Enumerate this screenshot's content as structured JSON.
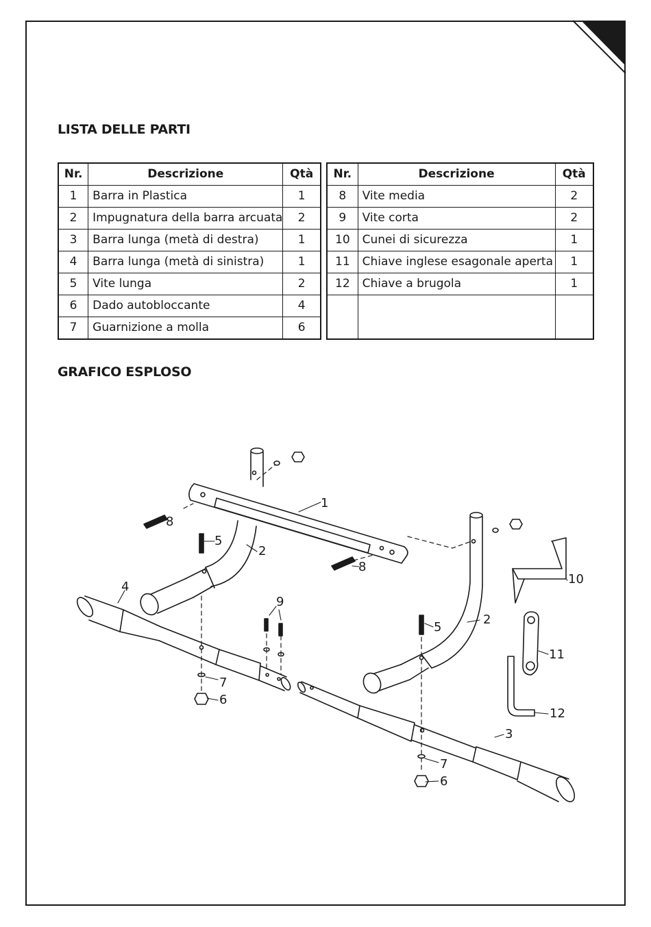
{
  "titles": {
    "parts_list": "LISTA DELLE PARTI",
    "exploded": "GRAFICO ESPLOSO"
  },
  "table_headers": {
    "nr": "Nr.",
    "desc": "Descrizione",
    "qty": "Qtà"
  },
  "parts_left": [
    {
      "nr": "1",
      "desc": "Barra in Plastica",
      "qty": "1"
    },
    {
      "nr": "2",
      "desc": "Impugnatura della barra arcuata",
      "qty": "2"
    },
    {
      "nr": "3",
      "desc": "Barra lunga (metà di destra)",
      "qty": "1"
    },
    {
      "nr": "4",
      "desc": "Barra lunga (metà di sinistra)",
      "qty": "1"
    },
    {
      "nr": "5",
      "desc": "Vite lunga",
      "qty": "2"
    },
    {
      "nr": "6",
      "desc": "Dado autobloccante",
      "qty": "4"
    },
    {
      "nr": "7",
      "desc": "Guarnizione a molla",
      "qty": "6"
    }
  ],
  "parts_right": [
    {
      "nr": "8",
      "desc": "Vite media",
      "qty": "2"
    },
    {
      "nr": "9",
      "desc": "Vite corta",
      "qty": "2"
    },
    {
      "nr": "10",
      "desc": "Cunei di sicurezza",
      "qty": "1"
    },
    {
      "nr": "11",
      "desc": "Chiave inglese esagonale aperta",
      "qty": "1"
    },
    {
      "nr": "12",
      "desc": "Chiave a brugola",
      "qty": "1"
    }
  ],
  "callouts": [
    "1",
    "2",
    "2",
    "3",
    "4",
    "5",
    "5",
    "6",
    "6",
    "7",
    "7",
    "8",
    "8",
    "9",
    "10",
    "11",
    "12"
  ]
}
